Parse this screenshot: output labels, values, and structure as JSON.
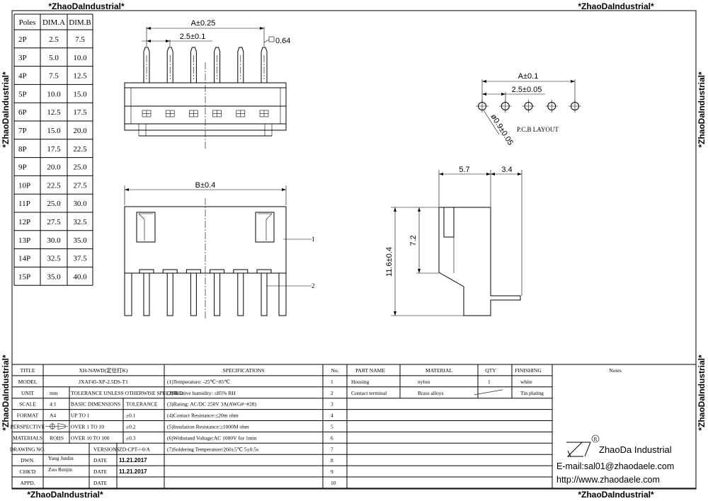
{
  "watermark": "*ZhaoDaIndustrial*",
  "dim_table": {
    "headers": [
      "Poles",
      "DIM.A",
      "DIM.B"
    ],
    "rows": [
      [
        "2P",
        "2.5",
        "7.5"
      ],
      [
        "3P",
        "5.0",
        "10.0"
      ],
      [
        "4P",
        "7.5",
        "12.5"
      ],
      [
        "5P",
        "10.0",
        "15.0"
      ],
      [
        "6P",
        "12.5",
        "17.5"
      ],
      [
        "7P",
        "15.0",
        "20.0"
      ],
      [
        "8P",
        "17.5",
        "22.5"
      ],
      [
        "9P",
        "20.0",
        "25.0"
      ],
      [
        "10P",
        "22.5",
        "27.5"
      ],
      [
        "11P",
        "25.0",
        "30.0"
      ],
      [
        "12P",
        "27.5",
        "32.5"
      ],
      [
        "13P",
        "30.0",
        "35.0"
      ],
      [
        "14P",
        "32.5",
        "37.5"
      ],
      [
        "15P",
        "35.0",
        "40.0"
      ]
    ]
  },
  "dims": {
    "a": "A±0.25",
    "pitch": "2.5±0.1",
    "pin": "0.64",
    "b": "B±0.4",
    "pcb_a": "A±0.1",
    "pcb_pitch": "2.5±0.05",
    "hole": "ø0.9±0.05",
    "pcb_label": "P.C.B LAYOUT",
    "side_w1": "5.7",
    "side_w2": "3.4",
    "side_h": "11.6±0.4",
    "side_h2": "7.2",
    "callout1": "1",
    "callout2": "2"
  },
  "title_block": {
    "rows": [
      {
        "label": "TITLE",
        "value": "XH-NAWD(定位打K)"
      },
      {
        "label": "MODEL",
        "value": "JXAF45-XP-2.5DS-T1"
      },
      {
        "label": "UNIT",
        "v1": "mm",
        "v2": "TOLERANCE UNLESS OTHERWISE SPECIFIED"
      },
      {
        "label": "SCALE",
        "v1": "4:1",
        "v2": "BASIC DIMENSIONS",
        "v3": "TOLERANCE"
      },
      {
        "label": "FORMAT",
        "v1": "A4",
        "v2": "UP TO 1",
        "v3": "±0.1"
      },
      {
        "label": "PERSPECTIVE",
        "v2": "OVER 1 TO 10",
        "v3": "±0.2"
      },
      {
        "label": "MATERIALS",
        "v1": "ROHS",
        "v2": "OVER 10 TO 100",
        "v3": "±0.3"
      },
      {
        "label": "DRAWING NO.",
        "v2": "VERSIONS",
        "v3": "ZD-CPT-/-0/A"
      },
      {
        "label": "DWN.",
        "v1": "Yang Junlin",
        "v2": "DATE",
        "v3": "11.21.2017"
      },
      {
        "label": "CHK'D",
        "v1": "Zuo Renjin",
        "v2": "DATE",
        "v3": "11.21.2017"
      },
      {
        "label": "APPD.",
        "v1": "",
        "v2": "DATE",
        "v3": ""
      }
    ],
    "spec_header": "SPECIFICATIONS",
    "specs": [
      "",
      "(1)Temperature:  -25℃~85℃",
      "(2)Relative humidity:  ≤85% RH",
      "(3)Rating:  AC/DC  250V  3A(AWG#~#28)",
      "(4)Contact Resistance:≤20m ohm",
      "(5)Insulation Resistance:≥1000M ohm",
      "(6)Withstand Voltage:AC 1000V for 1min",
      "(7)Soldering Temperature:260±5℃ 5±0.5s",
      "",
      "",
      ""
    ],
    "no_header": "No.",
    "numbers": [
      "1",
      "2",
      "3",
      "4",
      "5",
      "6",
      "7",
      "8",
      "9",
      "10"
    ],
    "parts_headers": [
      "PART NAME",
      "MATERIAL",
      "QTY",
      "FINISHING",
      "Notes"
    ],
    "parts": [
      {
        "name": "Housing",
        "material": "nylon",
        "qty": "1",
        "finish": "white"
      },
      {
        "name": "Contact terminal",
        "material": "Brass alloys",
        "qty": "",
        "finish": "Tin plating"
      }
    ]
  },
  "company": {
    "name": "ZhaoDa Industrial",
    "email": "E-mail:sal01@zhaodaele.com",
    "url": "http://www.zhaodaele.com",
    "logo_text": "ZD"
  }
}
